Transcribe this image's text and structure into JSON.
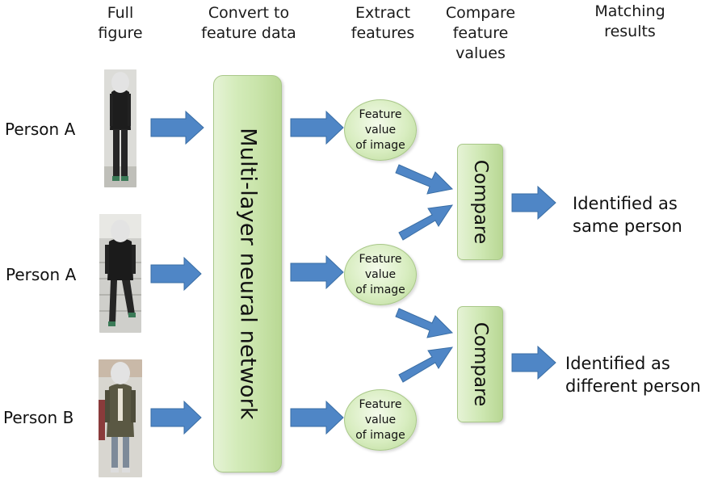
{
  "headers": {
    "full_figure": "Full\nfigure",
    "convert": "Convert to\nfeature data",
    "extract": "Extract\nfeatures",
    "compare": "Compare\nfeature\nvalues",
    "matching": "Matching\nresults"
  },
  "persons": [
    {
      "label": "Person A"
    },
    {
      "label": "Person A"
    },
    {
      "label": "Person B"
    }
  ],
  "network_label": "Multi-layer neural network",
  "feature_label": "Feature\nvalue\nof image",
  "compare_label": "Compare",
  "results": [
    "Identified as\nsame person",
    "Identified as\ndifferent person"
  ],
  "colors": {
    "arrow": "#4f86c6",
    "arrow_border": "#3a6ea5",
    "box_green": "#cfe8b4"
  }
}
